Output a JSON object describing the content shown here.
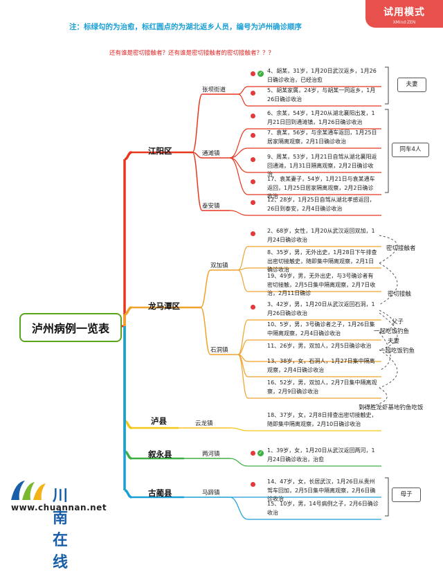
{
  "note": "注：标绿勾的为治愈，标红圆点的为湖北返乡人员，编号为泸州确诊顺序",
  "question": "还有谁是密切接触者？还有谁是密切接触者的密切接触者？？？",
  "watermark": {
    "mode": "试用模式",
    "brand": "XMind·ZEN"
  },
  "root": "泸州病例一览表",
  "logo": {
    "zh": "川南在线",
    "en": "www.chuannan.net"
  },
  "districts": [
    {
      "name": "江阳区",
      "color": "#e8351e",
      "towns": [
        {
          "name": "张坝街道",
          "leaves": [
            {
              "text": "4、胡某，31岁，1月20日武汉返乡，1月26日确诊收治，已经治愈",
              "dot": true,
              "check": true
            },
            {
              "text": "5、胡某家属，24岁，与胡某一同返乡，1月26日确诊收治",
              "dot": true,
              "check": false
            }
          ]
        },
        {
          "name": "通滩镇",
          "leaves": [
            {
              "text": "6、余某，54岁，1月20从湖北襄阳出发，1月21日回到通滩镇，1月26日确诊收治",
              "dot": true,
              "check": false
            },
            {
              "text": "7、袁某，56岁，与余某通车返回，1月25日居家隔离观察，2月1日确诊收治",
              "dot": true,
              "check": false
            },
            {
              "text": "9、周某，53岁，1月21日自驾从湖北襄阳返回通滩，1月31日隔离观察，2月2日确诊收治",
              "dot": true,
              "check": false
            },
            {
              "text": "17、袁某妻子，54岁，1月21日与袁某通车返回，1月25日居家隔离观察，2月2日确诊收治",
              "dot": true,
              "check": false
            }
          ]
        },
        {
          "name": "泰安镇",
          "leaves": [
            {
              "text": "12、28岁，1月25日自驾从湖北孝感返回，26日到泰安，2月4日确诊收治",
              "dot": true,
              "check": false
            }
          ]
        }
      ]
    },
    {
      "name": "龙马潭区",
      "color": "#f0a12a",
      "towns": [
        {
          "name": "双加镇",
          "leaves": [
            {
              "text": "2、68岁，女性，1月20从武汉返回双加，1月24日确诊收治",
              "dot": true,
              "check": false
            },
            {
              "text": "8、35岁，男，无外出史，1月28日下午排查出密切接触史，随即集中隔离观察，2月1日确诊收治",
              "dot": false,
              "check": false
            },
            {
              "text": "19、49岁，男，无外出史，与3号确诊者有密切接触，2月5日集中隔离观察，2月7日收治，2月11日确诊",
              "dot": false,
              "check": false
            }
          ]
        },
        {
          "name": "石洞镇",
          "leaves": [
            {
              "text": "3、42岁，男，1月20日从武汉返回石洞，1月26日确诊收治",
              "dot": true,
              "check": false
            },
            {
              "text": "10、5岁，男，3号确诊者之子，1月26日集中隔离观察，2月4日确诊收治",
              "dot": false,
              "check": false
            },
            {
              "text": "11、26岁，男，双加人，2月5日确诊收治",
              "dot": false,
              "check": false
            },
            {
              "text": "13、38岁，女，石洞人，1月27日集中隔离观察，2月4日确诊收治",
              "dot": false,
              "check": false
            },
            {
              "text": "16、52岁，男，双加人，2月7日集中隔离观察，2月9日确诊收治",
              "dot": false,
              "check": false
            }
          ]
        }
      ]
    },
    {
      "name": "泸县",
      "color": "#f5c518",
      "towns": [
        {
          "name": "云龙镇",
          "leaves": [
            {
              "text": "18、37岁，女，2月8日排查出密切接触史，随即集中隔离观察，2月10日确诊收治",
              "dot": false,
              "check": false
            }
          ]
        }
      ]
    },
    {
      "name": "叙永县",
      "color": "#3cb043",
      "towns": [
        {
          "name": "两河镇",
          "leaves": [
            {
              "text": "1、39岁，女，1月20日从武汉返回两河，1月24日确诊收治，治愈",
              "dot": true,
              "check": true
            }
          ]
        }
      ]
    },
    {
      "name": "古蔺县",
      "color": "#1a9fd6",
      "towns": [
        {
          "name": "马蹄镇",
          "leaves": [
            {
              "text": "14、47岁，女，长居武汉，1月26日从贵州驾车回加，2月5日集中隔离观察，2月6日确诊收治",
              "dot": true,
              "check": false
            },
            {
              "text": "15、10岁，男，14号病例之子，2月6日确诊收治",
              "dot": false,
              "check": false
            }
          ]
        }
      ]
    }
  ],
  "tags": {
    "couple": "夫妻",
    "same_car": "同车4人",
    "close_contact_a": "密切接触者",
    "close_contact_b": "密切接触",
    "father_son": "父子",
    "fish_1": "一起吃饭钓鱼",
    "couple_2": "夫妻",
    "fish_2": "一起吃饭钓鱼",
    "restaurant": "到得胜龙虾基地钓鱼吃饭",
    "mother_son": "母子"
  }
}
